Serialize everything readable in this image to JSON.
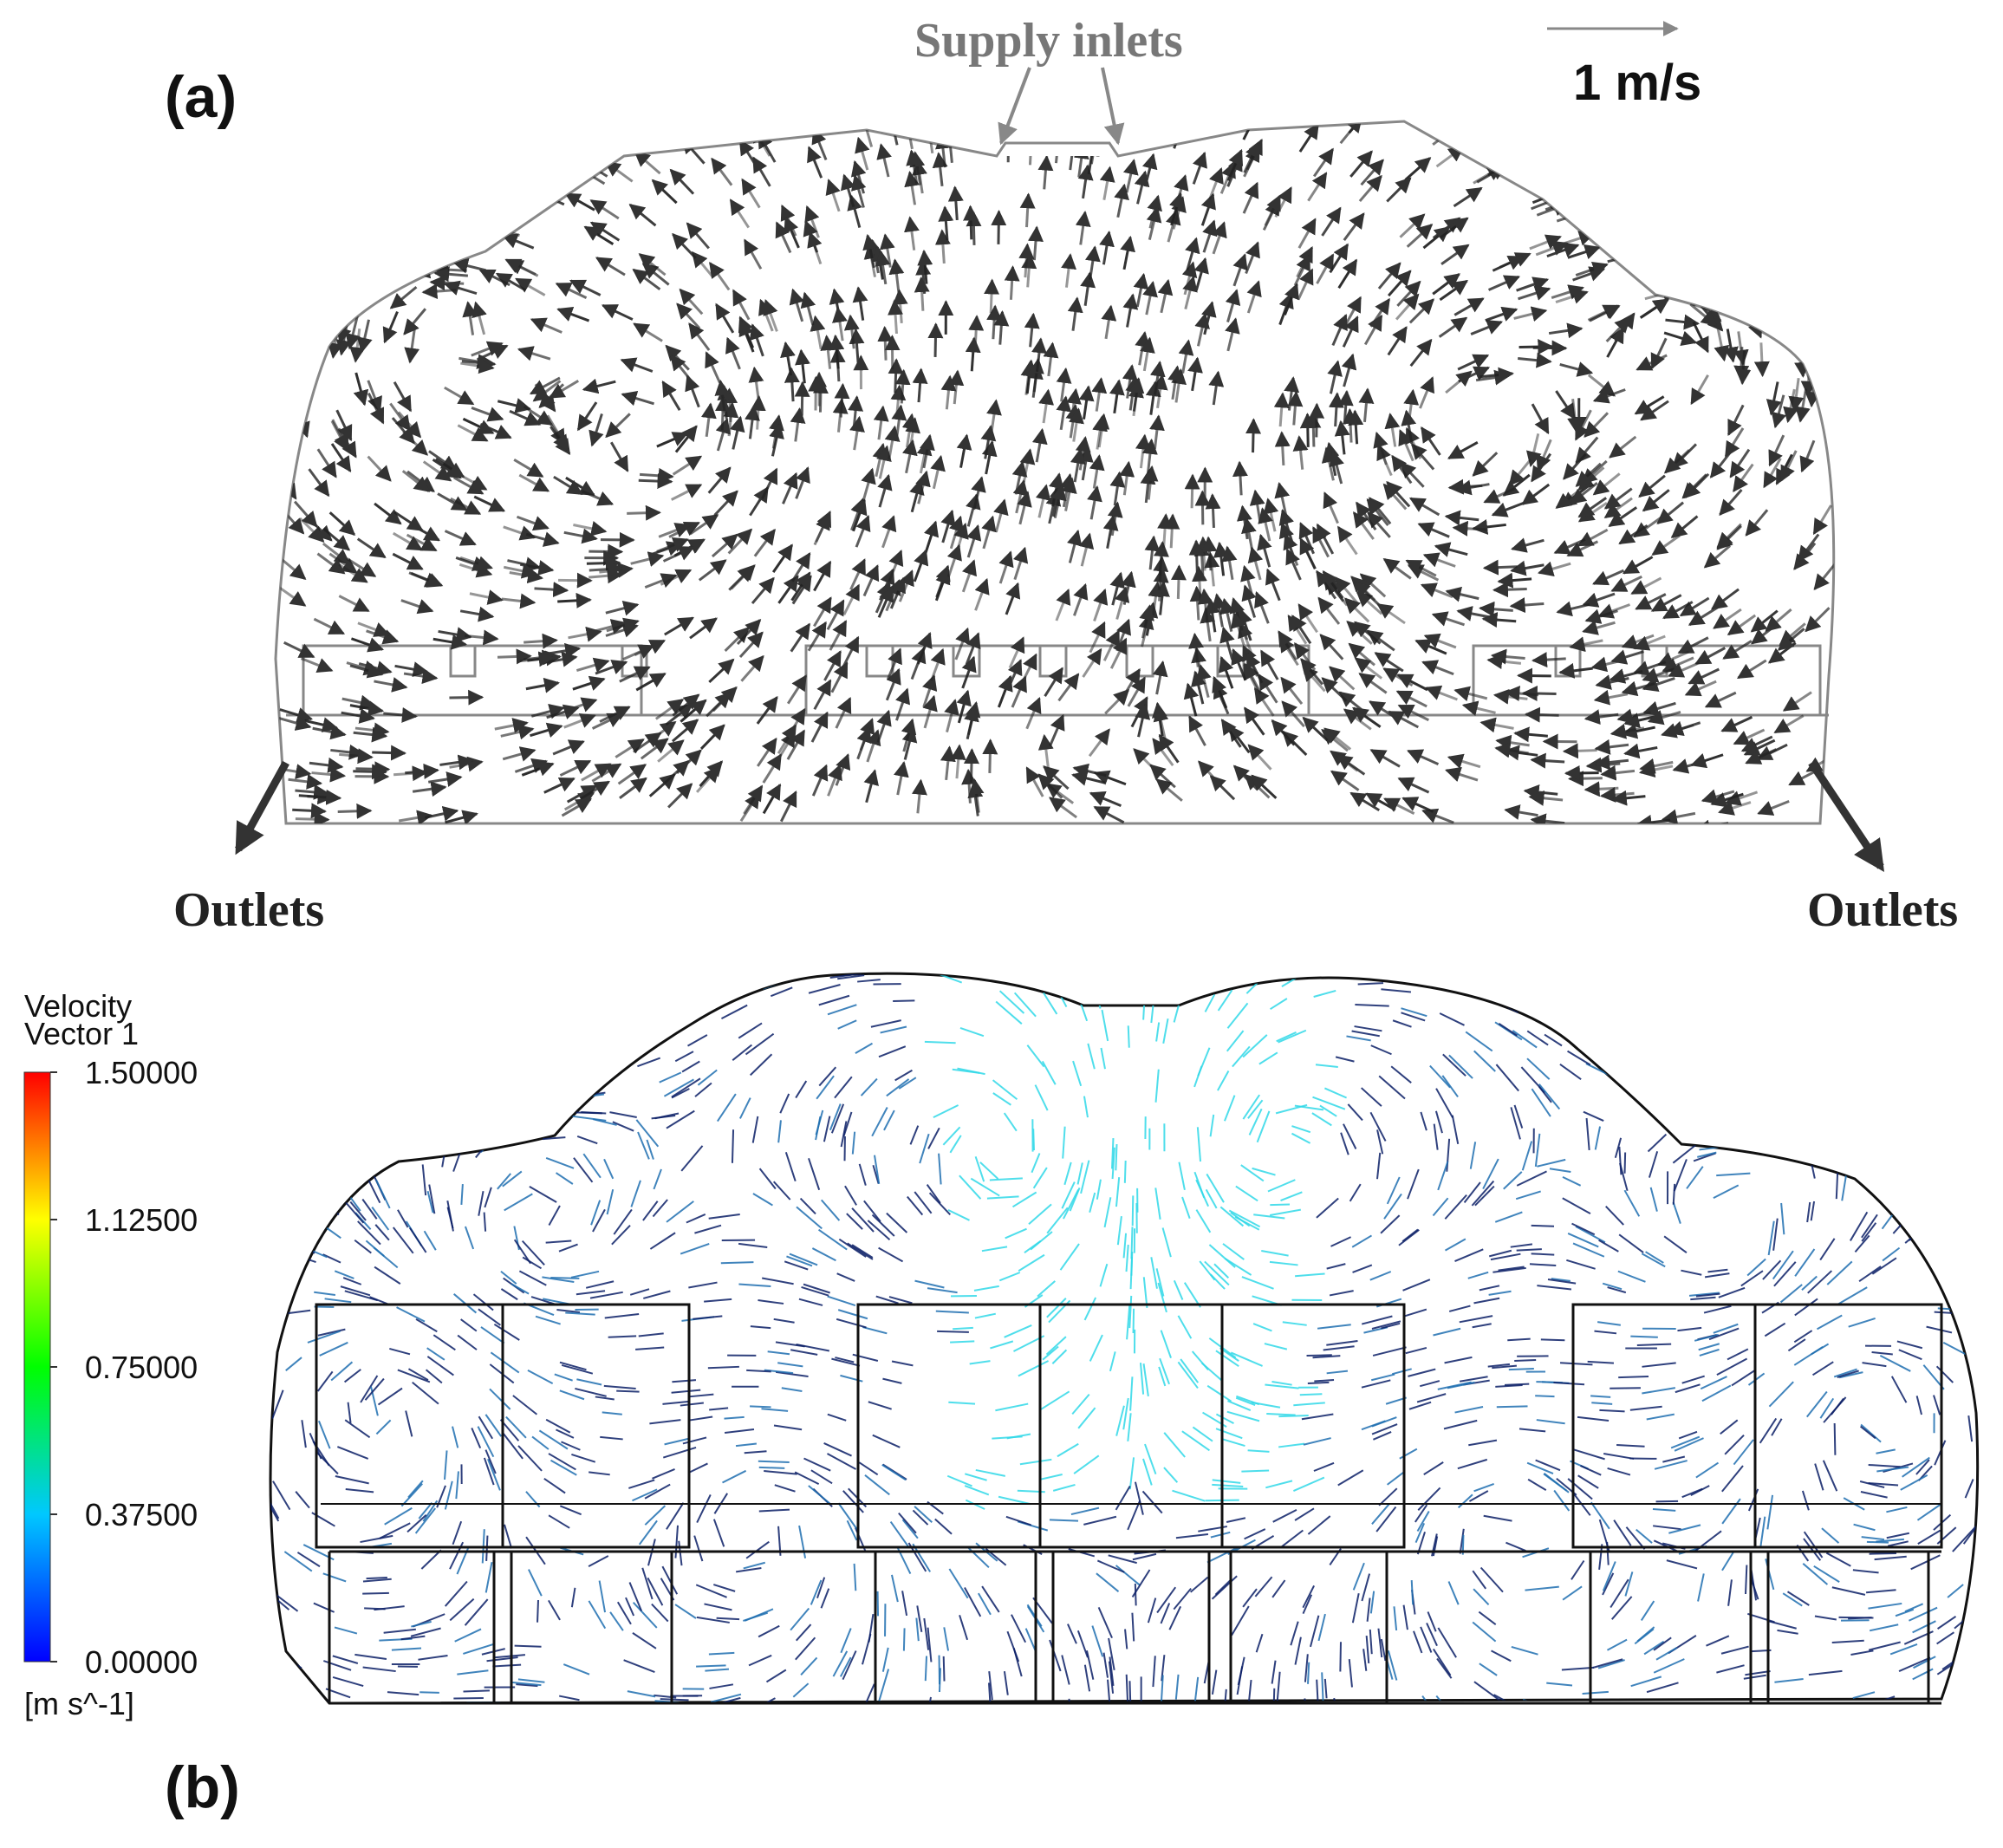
{
  "panel_a": {
    "label": "(a)",
    "inlet_label": "Supply inlets",
    "outlet_left": "Outlets",
    "outlet_right": "Outlets",
    "scale_label": "1 m/s",
    "inlet_color": "#777777",
    "vector_color": "#222222"
  },
  "panel_b": {
    "label": "(b)",
    "legend": {
      "title_line1": "Velocity",
      "title_line2": "Vector 1",
      "ticks": [
        "1.50000",
        "1.12500",
        "0.75000",
        "0.37500",
        "0.00000"
      ],
      "unit": "[m s^-1]",
      "min": 0,
      "max": 1.5,
      "colors": [
        "#0000ff",
        "#00c8ff",
        "#00ff00",
        "#ffff00",
        "#ff0000"
      ]
    },
    "vector_color_low": "#0a1f66",
    "vector_color_high": "#30d8e8"
  }
}
